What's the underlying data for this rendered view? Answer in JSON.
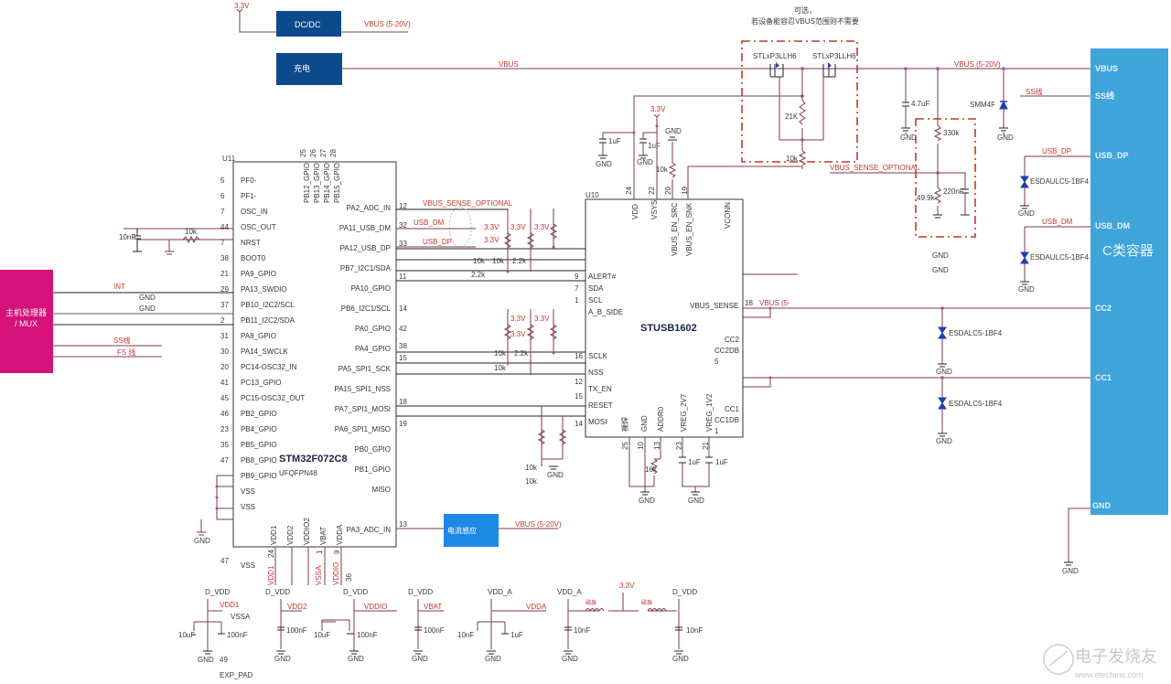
{
  "blocks": {
    "dcdc": "DC/DC",
    "charge": "充电",
    "host": [
      "主机处理器",
      "/ MUX"
    ],
    "current_sense": "电流感应",
    "connector_title": "C类容器",
    "block_color": "#0d4a8c",
    "host_color": "#d4127a",
    "sense_color": "#1e88e5",
    "connector_color": "#3fa4da"
  },
  "connector_pins": [
    "VBUS",
    "SS线",
    "USB_DP",
    "USB_DM",
    "CC2",
    "CC1",
    "GND"
  ],
  "optional_note": [
    "可选，",
    "若设备能容忍VBUS范围则不需要"
  ],
  "power_nets": {
    "v33": "3.3V",
    "vbus_range": "VBUS (5-20V)",
    "vbus": "VBUS",
    "gnd": "GND",
    "vbus_sense_optional": "VBUS_SENSE_OPTIONAL",
    "usb_dm": "USB_DM",
    "usb_dp": "USB_DP",
    "ss": "SS线",
    "int": "INT",
    "fs": "FS 线",
    "vbus_partial": "VBUS (5-"
  },
  "components": {
    "mosfet1": "STLxP3LLH6",
    "mosfet2": "STLxP3LLH6",
    "r21k": "21K",
    "r10k": "10k",
    "c47u": "4.7uF",
    "r330k": "330k",
    "r499k": "49.9k",
    "c220n": "220nF",
    "smm4f": "SMM4F",
    "esd_usb": "ESDAULC5-1BF4",
    "esd_cc": "ESDALC5-1BF4",
    "c1u": "1uF",
    "r22k": "2.2k",
    "c10n": "10nF"
  },
  "mcu": {
    "ref": "U11",
    "name": "STM32F072C8",
    "package": "UFQFPN48",
    "top_pins": [
      "PB12_GPIO",
      "PB13_GPIO",
      "PB14_GPIO",
      "PB15_GPIO"
    ],
    "top_nums": [
      "25",
      "26",
      "27",
      "28"
    ],
    "left_pins": [
      "PF0-",
      "PF1-",
      "OSC_IN",
      "OSC_OUT",
      "NRST",
      "BOOT0",
      "PA9_GPIO",
      "PA13_SWDIO",
      "PB10_I2C2/SCL",
      "PB11_I2C2/SDA",
      "PA8_GPIO",
      "PA14_SWCLK",
      "PC14-OSC32_IN",
      "PC13_GPIO",
      "PC15-OSC32_OUT",
      "PB2_GPIO",
      "PB4_GPIO",
      "PB5_GPIO",
      "PB8_GPIO",
      "PB9_GPIO",
      "VSS",
      "VSS"
    ],
    "left_nums": [
      "5",
      "6",
      "7",
      "44",
      "7",
      "38",
      "21",
      "29",
      "37",
      "2",
      "31",
      "30",
      "20",
      "41",
      "45",
      "46",
      "23",
      "35",
      "47"
    ],
    "right_pins": [
      "PA2_ADC_IN",
      "PA11_USB_DM",
      "PA12_USB_DP",
      "PB7_I2C1/SDA",
      "PA10_GPIO",
      "PB6_I2C1/SCL",
      "PA0_GPIO",
      "PA4_GPIO",
      "PA5_SPI1_SCK",
      "PA15_SPI1_NSS",
      "PA7_SPI1_MOSI",
      "PA6_SPI1_MISO",
      "PB0_GPIO",
      "PB1_GPIO",
      "MISO",
      "PA3_ADC_IN"
    ],
    "right_nums": [
      "12",
      "32",
      "33",
      "11",
      "42",
      "14",
      "15",
      "38",
      "18",
      "19",
      "13"
    ],
    "bottom_pins": [
      "VDD1",
      "VDD2",
      "VDDIO2",
      "VBAT",
      "VDDA"
    ],
    "bottom_nums": [
      "24",
      "1",
      "9",
      "36"
    ],
    "bottom_nets": [
      "VDD1",
      "VSSA",
      "VDDIO"
    ],
    "vss": "VSS",
    "vss_num": "47"
  },
  "stusb": {
    "ref": "U10",
    "name": "STUSB1602",
    "top_pins": [
      "VDD",
      "VSYS",
      "VBUS_EN_SRC",
      "VBUS_EN_SNK",
      "VCONN"
    ],
    "top_nums": [
      "24",
      "22",
      "20",
      "19"
    ],
    "left_pins": [
      "ALERT#",
      "SDA",
      "SCL",
      "A_B_SIDE",
      "SCLK",
      "NSS",
      "TX_EN",
      "RESET",
      "MOSI"
    ],
    "left_nums": [
      "9",
      "7",
      "1",
      "16",
      "12",
      "15",
      "14"
    ],
    "right_pins": [
      "VBUS_SENSE",
      "CC2",
      "CC2DB",
      "CC1",
      "CC1DB"
    ],
    "right_nums": [
      "18",
      "5",
      "1"
    ],
    "bottom_pins": [
      "GND",
      "ADDR0",
      "VREG_2V7",
      "VREG_1V2"
    ],
    "bottom_nums": [
      "25",
      "10",
      "13",
      "23",
      "21"
    ],
    "exp": "裸焊"
  },
  "power_section": {
    "dvdd": "D_VDD",
    "vdda_net": "VDD_A",
    "nets": [
      "VDD1",
      "VSSA",
      "VDD2",
      "VDDIO",
      "VBAT",
      "VDDA"
    ],
    "caps": [
      "10uF",
      "100nF",
      "100nF",
      "10uF",
      "100nF",
      "100nF",
      "10nF",
      "1uF",
      "10nF",
      "10nF"
    ],
    "bead": "磁珠",
    "exp_pad": "EXP_PAD",
    "pin49": "49"
  },
  "watermark": {
    "name": "电子发烧友",
    "url": "www.elecfans.com"
  }
}
